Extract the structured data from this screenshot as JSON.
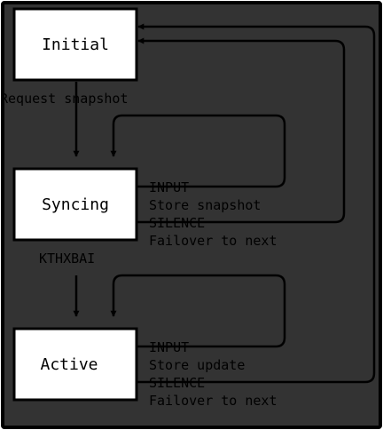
{
  "diagram": {
    "states": {
      "initial": "Initial",
      "syncing": "Syncing",
      "active": "Active"
    },
    "edges": {
      "initial_to_syncing": "Request snapshot",
      "syncing_to_active": "KTHXBAI",
      "syncing_input": "INPUT",
      "syncing_input_action": "Store snapshot",
      "syncing_silence": "SILENCE",
      "syncing_silence_action": "Failover to next",
      "active_input": "INPUT",
      "active_input_action": "Store update",
      "active_silence": "SILENCE",
      "active_silence_action": "Failover to next"
    }
  }
}
